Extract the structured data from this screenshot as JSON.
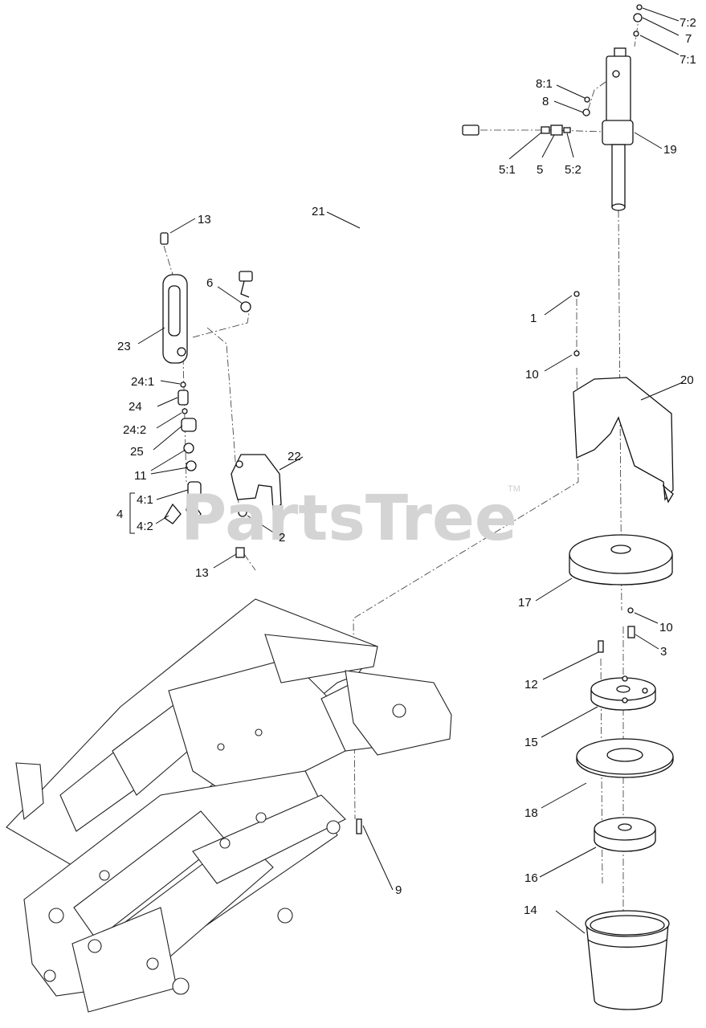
{
  "watermark": {
    "text": "PartsTree",
    "trademark": "TM"
  },
  "callouts": {
    "c7_2": "7:2",
    "c7": "7",
    "c7_1": "7:1",
    "c8_1": "8:1",
    "c8": "8",
    "c19": "19",
    "c5_1": "5:1",
    "c5": "5",
    "c5_2": "5:2",
    "c21": "21",
    "c13a": "13",
    "c6": "6",
    "c23": "23",
    "c1": "1",
    "c10a": "10",
    "c20": "20",
    "c24_1": "24:1",
    "c24": "24",
    "c24_2": "24:2",
    "c25": "25",
    "c11": "11",
    "c22": "22",
    "c4": "4",
    "c4_1": "4:1",
    "c4_2": "4:2",
    "c2": "2",
    "c13b": "13",
    "c17": "17",
    "c10b": "10",
    "c3": "3",
    "c12": "12",
    "c15": "15",
    "c18": "18",
    "c16": "16",
    "c9": "9",
    "c14": "14"
  }
}
